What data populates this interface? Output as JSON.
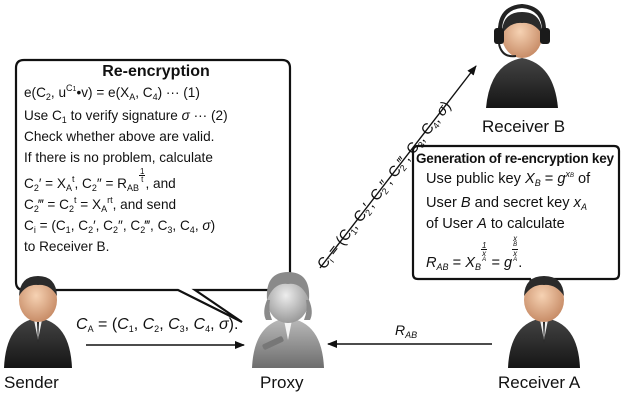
{
  "nodes": {
    "sender": "Sender",
    "proxy": "Proxy",
    "receiver_a": "Receiver A",
    "receiver_b": "Receiver B"
  },
  "edges": {
    "sender_to_proxy": "C_A = (C_1, C_2, C_3, C_4, σ).",
    "receiver_a_to_proxy": "R_AB",
    "proxy_to_receiver_b": "C_i = (C_1, C_2', C_2'', C_2''', C_3, C_4, σ)"
  },
  "reencryption_box": {
    "title": "Re-encryption",
    "lines": [
      "e(C_2, u^{C_1}·v) = e(X_A, C_4) ··· (1)",
      "Use C_1 to verify signature σ ··· (2)",
      "Check whether above are valid.",
      "If there is no problem, calculate",
      "C_2' = X_A^t, C_2'' = R_AB^{1/t}, and",
      "C_2''' = C_2^t = X_A^{rt}, and send",
      "C_i = (C_1, C_2', C_2'', C_2''', C_3, C_4, σ)",
      "to Receiver B."
    ]
  },
  "keygen_box": {
    "title": "Generation of re-encryption key",
    "lines": [
      "Use public key X_B = g^{x_B} of",
      "User B and secret key x_A",
      "of User A to calculate",
      "R_AB = X_B^{1/x_A} = g^{x_B/x_A}."
    ]
  },
  "icons": [
    "sender-person-icon",
    "proxy-person-icon",
    "receiver-a-person-icon",
    "receiver-b-headset-person-icon"
  ],
  "colors": {
    "ink": "#111111",
    "person_dark": "#2b2b2b",
    "proxy_gray": "#9a9a9a"
  }
}
